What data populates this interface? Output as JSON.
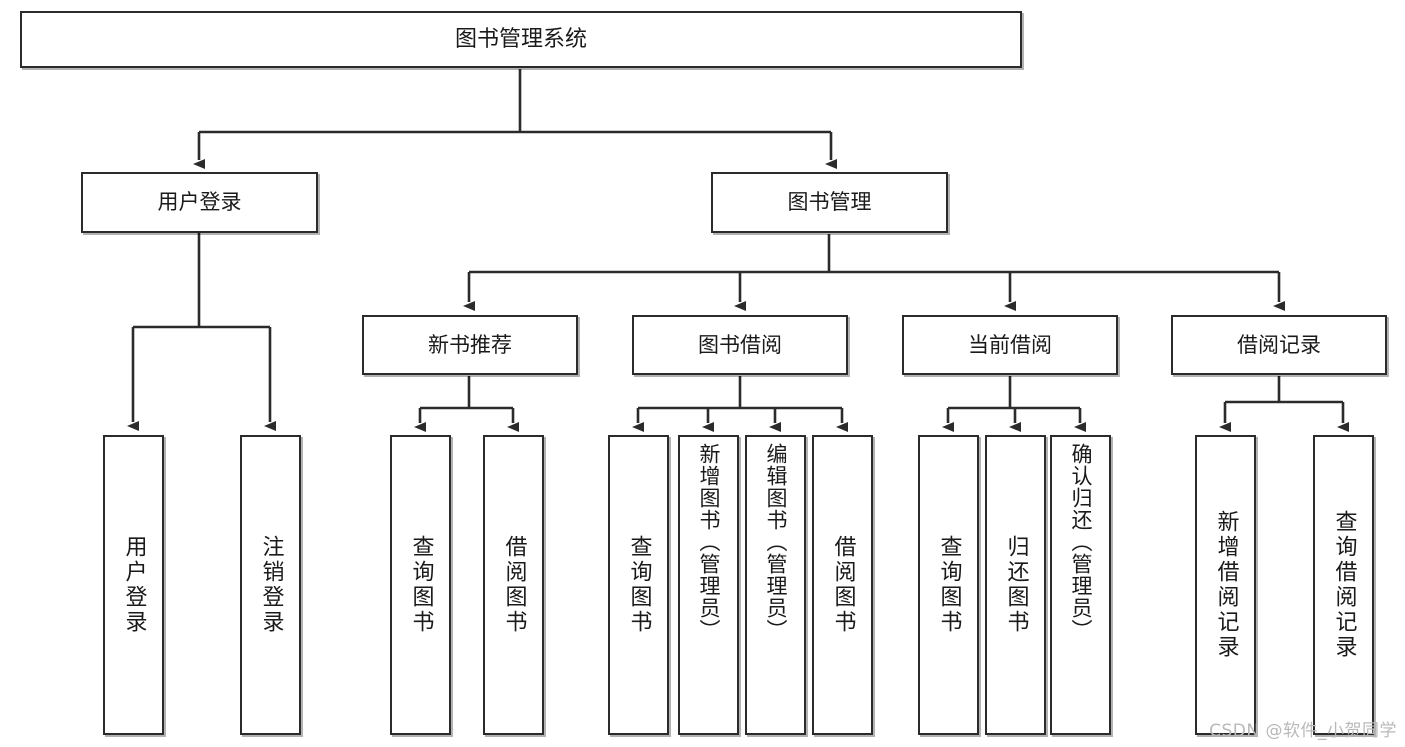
{
  "diagram": {
    "title": "图书管理系统",
    "type": "hierarchy-tree",
    "watermark": "CSDN @软件_小贺同学",
    "root": {
      "label": "图书管理系统"
    },
    "level2": [
      {
        "label": "用户登录"
      },
      {
        "label": "图书管理"
      }
    ],
    "level3": [
      {
        "label": "新书推荐"
      },
      {
        "label": "图书借阅"
      },
      {
        "label": "当前借阅"
      },
      {
        "label": "借阅记录"
      }
    ],
    "leaves": {
      "user_login": [
        {
          "label": "用户登录"
        },
        {
          "label": "注销登录"
        }
      ],
      "new_book_recommend": [
        {
          "label": "查询图书"
        },
        {
          "label": "借阅图书"
        }
      ],
      "book_borrow": [
        {
          "label": "查询图书"
        },
        {
          "label": "新增图书（管理员）"
        },
        {
          "label": "编辑图书（管理员）"
        },
        {
          "label": "借阅图书"
        }
      ],
      "current_borrow": [
        {
          "label": "查询图书"
        },
        {
          "label": "归还图书"
        },
        {
          "label": "确认归还（管理员）"
        }
      ],
      "borrow_record": [
        {
          "label": "新增借阅记录"
        },
        {
          "label": "查询借阅记录"
        }
      ]
    },
    "colors": {
      "stroke": "#2b2b2b",
      "fill": "#ffffff",
      "text": "#1a1a1a",
      "watermark": "#b9b9b9"
    }
  }
}
